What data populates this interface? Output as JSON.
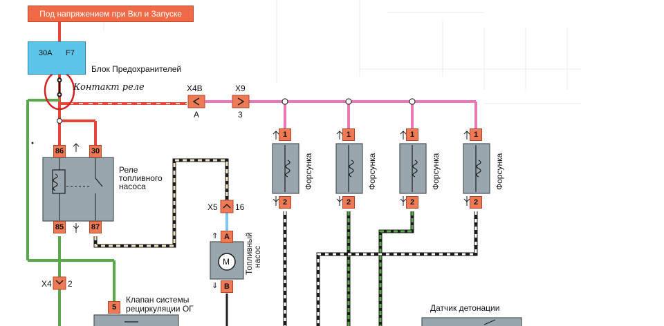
{
  "header": {
    "title": "Под напряжением при Вкл и Запуске"
  },
  "fuse_block": {
    "rating": "30А",
    "fuse_id": "F7",
    "label": "Блок Предохранителей"
  },
  "relay_contact_label": "Контакт реле",
  "connectors": {
    "x4b": {
      "name": "X4B",
      "pin": "A"
    },
    "x9": {
      "name": "X9",
      "pin": "3"
    },
    "x5": {
      "name": "X5",
      "pin": "16"
    },
    "x4": {
      "name": "X4",
      "pin": "2"
    }
  },
  "relay": {
    "label_line1": "Реле",
    "label_line2": "топливного",
    "label_line3": "насоса",
    "pins": [
      "86",
      "30",
      "85",
      "87"
    ]
  },
  "pump": {
    "label_line1": "Топливный",
    "label_line2": "насос",
    "pin_a": "A",
    "pin_b": "B",
    "motor_symbol": "M"
  },
  "injectors": [
    {
      "label": "Форсунка",
      "pin_top": "1",
      "pin_bottom": "2"
    },
    {
      "label": "Форсунка",
      "pin_top": "1",
      "pin_bottom": "2"
    },
    {
      "label": "Форсунка",
      "pin_top": "1",
      "pin_bottom": "2"
    },
    {
      "label": "Форсунка",
      "pin_top": "1",
      "pin_bottom": "2"
    }
  ],
  "egr_valve": {
    "label_line1": "Клапан системы",
    "label_line2": "рециркуляции ОГ",
    "pin": "5"
  },
  "knock_sensor": {
    "label": "Датчик детонации"
  },
  "colors": {
    "red_wire": "#e8453a",
    "pink_wire": "#e978b7",
    "green_wire": "#5aa84a",
    "blue_wire": "#7cc7ee",
    "component": "#9aa6ad",
    "pin": "#ee7a55",
    "fuse_block": "#5cc4e8",
    "header": "#f06a45",
    "highlight_circle": "#d42020"
  }
}
